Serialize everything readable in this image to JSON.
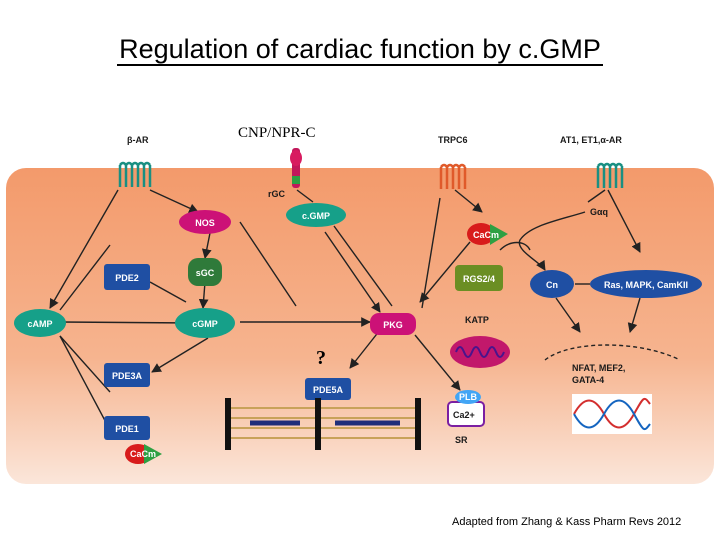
{
  "title": "Regulation of cardiac function by c.GMP",
  "credit": "Adapted from Zhang & Kass  Pharm Revs 2012",
  "receptors": {
    "beta_ar": "β-AR",
    "cnp_npr": "CNP/NPR-C",
    "rgc": "rGC",
    "trpc6": "TRPC6",
    "at1": "AT1, ET1,α-AR"
  },
  "nodes": {
    "nos": "NOS",
    "cgmp_top": "c.GMP",
    "gaq": "Gαq",
    "cacm_top": "CaCm",
    "pde2": "PDE2",
    "sgc": "sGC",
    "rgs": "RGS2/4",
    "cn": "Cn",
    "ras": "Ras, MAPK, CamKII",
    "camp": "cAMP",
    "cgmp_mid": "cGMP",
    "pkg": "PKG",
    "katp": "KATP",
    "question": "?",
    "pde3a": "PDE3A",
    "pde5a": "PDE5A",
    "nfat": "NFAT, MEF2,\nGATA-4",
    "plb": "PLB",
    "ca2": "Ca2+",
    "sr": "SR",
    "pde1": "PDE1",
    "cacm_bot": "CaCm"
  },
  "colors": {
    "cell": "#f4a57a",
    "cell_light": "#fbe4d6",
    "blue": "#1f4fa3",
    "teal": "#16a089",
    "magenta": "#cc1177",
    "green": "#2ea043",
    "olive": "#6b8e23",
    "red": "#d81b1b"
  }
}
